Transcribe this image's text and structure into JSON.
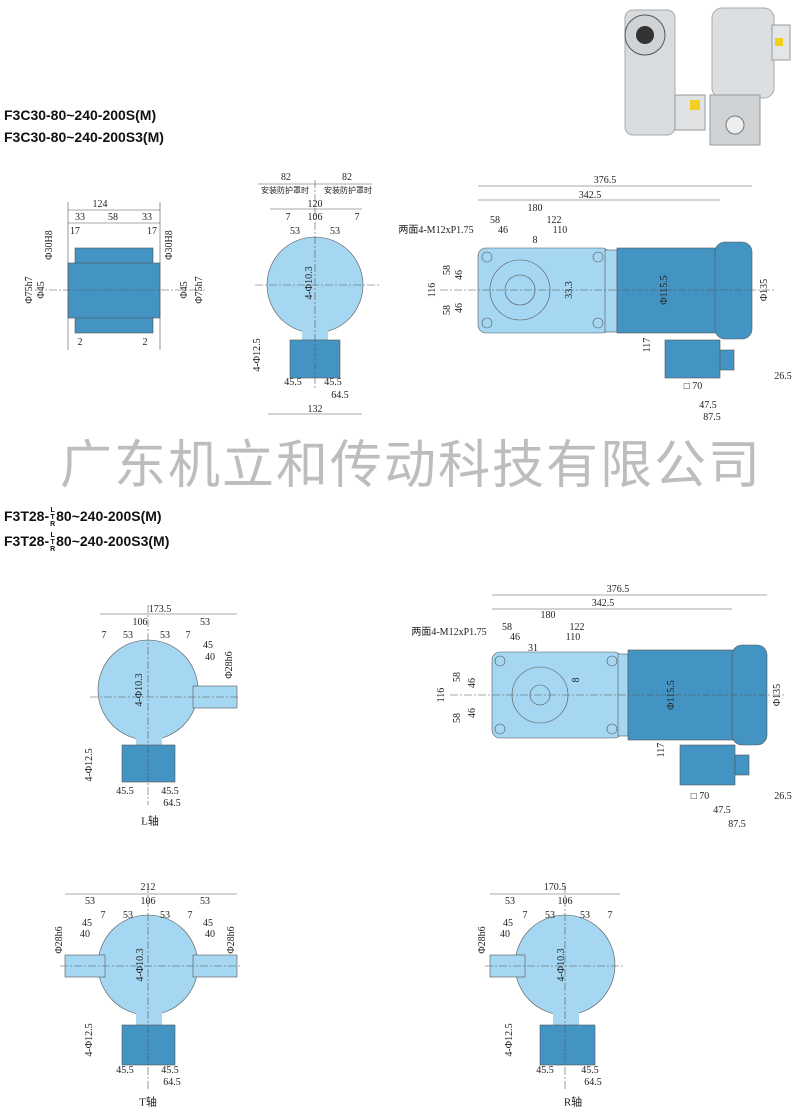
{
  "section1": {
    "title_1": "F3C30-80~240-200S(M)",
    "title_2": "F3C30-80~240-200S3(M)"
  },
  "section2": {
    "title_prefix": "F3T28-",
    "title_sup": [
      "L",
      "T",
      "R"
    ],
    "title_1_suffix": "80~240-200S(M)",
    "title_2_suffix": "80~240-200S3(M)"
  },
  "watermark": "广东机立和传动科技有限公司",
  "colors": {
    "light_blue": "#a5d7f2",
    "dark_blue": "#4494c3"
  },
  "drawings": {
    "front": {
      "labels": [
        "124",
        "33",
        "58",
        "33",
        "17",
        "17",
        "Φ30H8",
        "Φ30H8",
        "Φ75h7",
        "Φ45",
        "Φ45",
        "Φ75h7",
        "2",
        "2"
      ]
    },
    "side": {
      "labels": [
        "82",
        "安装防护罩时",
        "82",
        "安装防护罩时",
        "120",
        "7",
        "106",
        "7",
        "53",
        "53",
        "4-Φ10.3",
        "4-Φ12.5",
        "45.5",
        "45.5",
        "64.5",
        "132"
      ]
    },
    "top_motor": {
      "labels": [
        "376.5",
        "342.5",
        "180",
        "58",
        "122",
        "两面4-M12xP1.75",
        "46",
        "110",
        "8",
        "116",
        "58",
        "46",
        "58",
        "46",
        "33.3",
        "Φ115.5",
        "Φ135",
        "117",
        "26.5",
        "□ 70",
        "47.5",
        "87.5"
      ]
    },
    "l_axis": {
      "labels": [
        "173.5",
        "106",
        "53",
        "7",
        "53",
        "53",
        "7",
        "45",
        "40",
        "Φ28h6",
        "4-Φ10.3",
        "4-Φ12.5",
        "45.5",
        "45.5",
        "64.5",
        "L轴"
      ]
    },
    "bottom_motor": {
      "labels": [
        "376.5",
        "342.5",
        "180",
        "58",
        "122",
        "两面4-M12xP1.75",
        "46",
        "110",
        "31",
        "8",
        "116",
        "58",
        "46",
        "58",
        "46",
        "Φ115.5",
        "Φ135",
        "117",
        "26.5",
        "□ 70",
        "47.5",
        "87.5"
      ]
    },
    "t_axis": {
      "labels": [
        "212",
        "53",
        "106",
        "53",
        "7",
        "53",
        "53",
        "7",
        "45",
        "40",
        "45",
        "40",
        "Φ28h6",
        "Φ28h6",
        "4-Φ10.3",
        "4-Φ12.5",
        "45.5",
        "45.5",
        "64.5",
        "T轴"
      ]
    },
    "r_axis": {
      "labels": [
        "170.5",
        "53",
        "106",
        "7",
        "53",
        "53",
        "7",
        "45",
        "40",
        "Φ28h6",
        "4-Φ10.3",
        "4-Φ12.5",
        "45.5",
        "45.5",
        "64.5",
        "R轴"
      ]
    }
  }
}
